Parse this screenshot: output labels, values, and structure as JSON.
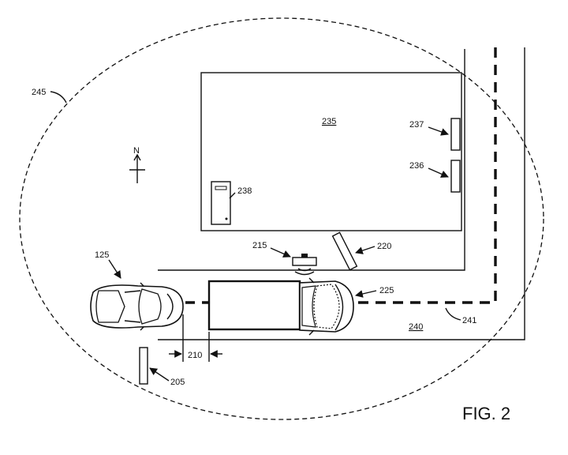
{
  "figure_label": "FIG. 2",
  "compass_label": "N",
  "reference_numerals": {
    "vehicle": "125",
    "post": "205",
    "gap": "210",
    "beacon": "215",
    "sensor": "220",
    "truck": "225",
    "building": "235",
    "door_lower": "236",
    "door_upper": "237",
    "computer": "238",
    "road": "240",
    "lane_line": "241",
    "zone": "245"
  }
}
